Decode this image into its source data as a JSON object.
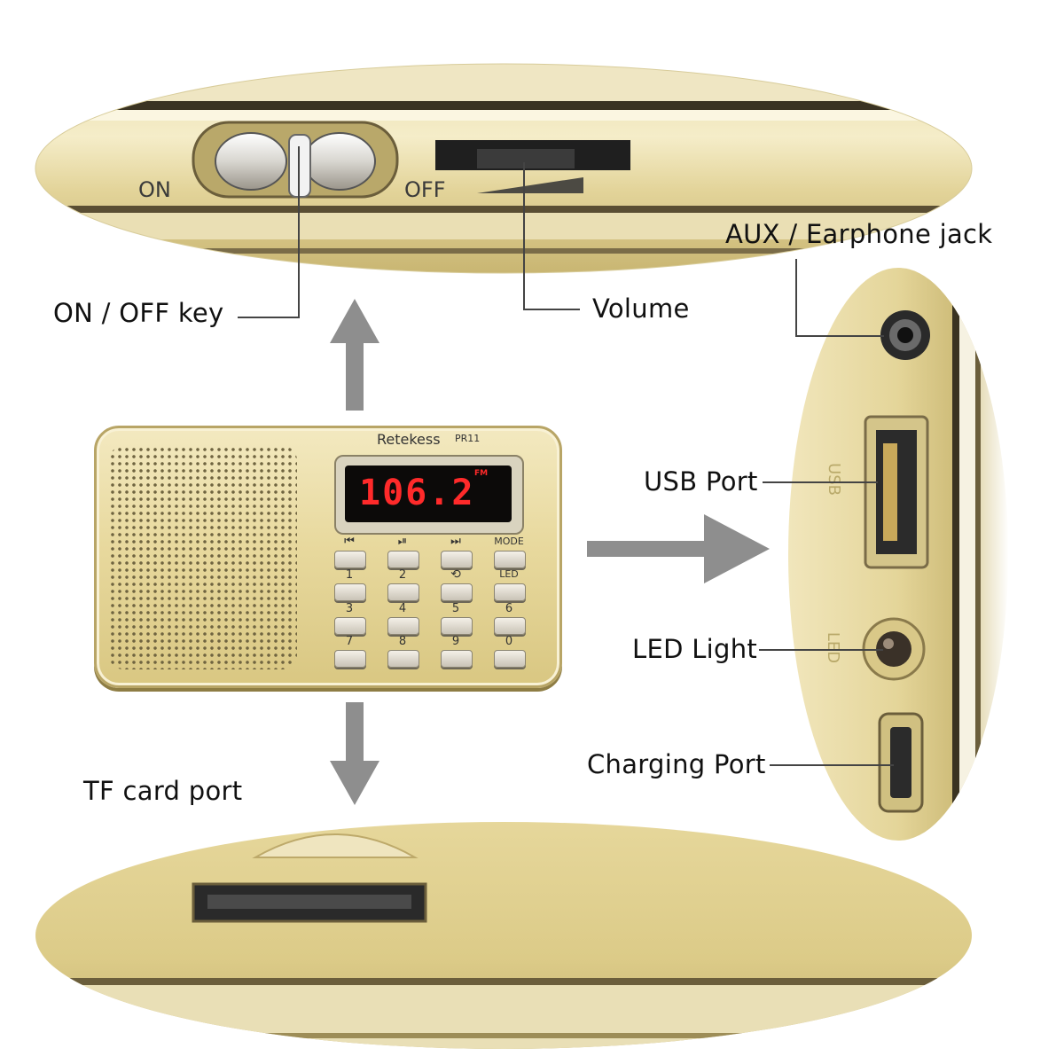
{
  "callouts": {
    "on_off_key": "ON / OFF key",
    "volume": "Volume",
    "aux_jack": "AUX / Earphone jack",
    "usb_port": "USB Port",
    "led_light": "LED Light",
    "charging_port": "Charging Port",
    "tf_card_port": "TF card port"
  },
  "top_detail": {
    "switch_on": "ON",
    "switch_off": "OFF"
  },
  "radio": {
    "brand": "Retekess",
    "model": "PR11",
    "display_value": "106.2",
    "display_band": "FM",
    "keys_row0_icons": [
      "⏮",
      "⏯",
      "⏭"
    ],
    "mode_label": "MODE",
    "led_label": "LED",
    "digit_labels": [
      "1",
      "2",
      "3",
      "4",
      "5",
      "6",
      "7",
      "8",
      "9",
      "0"
    ],
    "repeat_icon": "repeat-icon"
  },
  "side_detail": {
    "usb_text": "USB",
    "ledsym_text": "LED"
  },
  "colors": {
    "gold_light": "#f3e9c0",
    "gold_dark": "#cdb96f",
    "arrow_gray": "#8e8e8e",
    "display_red": "#ff2a2a"
  }
}
